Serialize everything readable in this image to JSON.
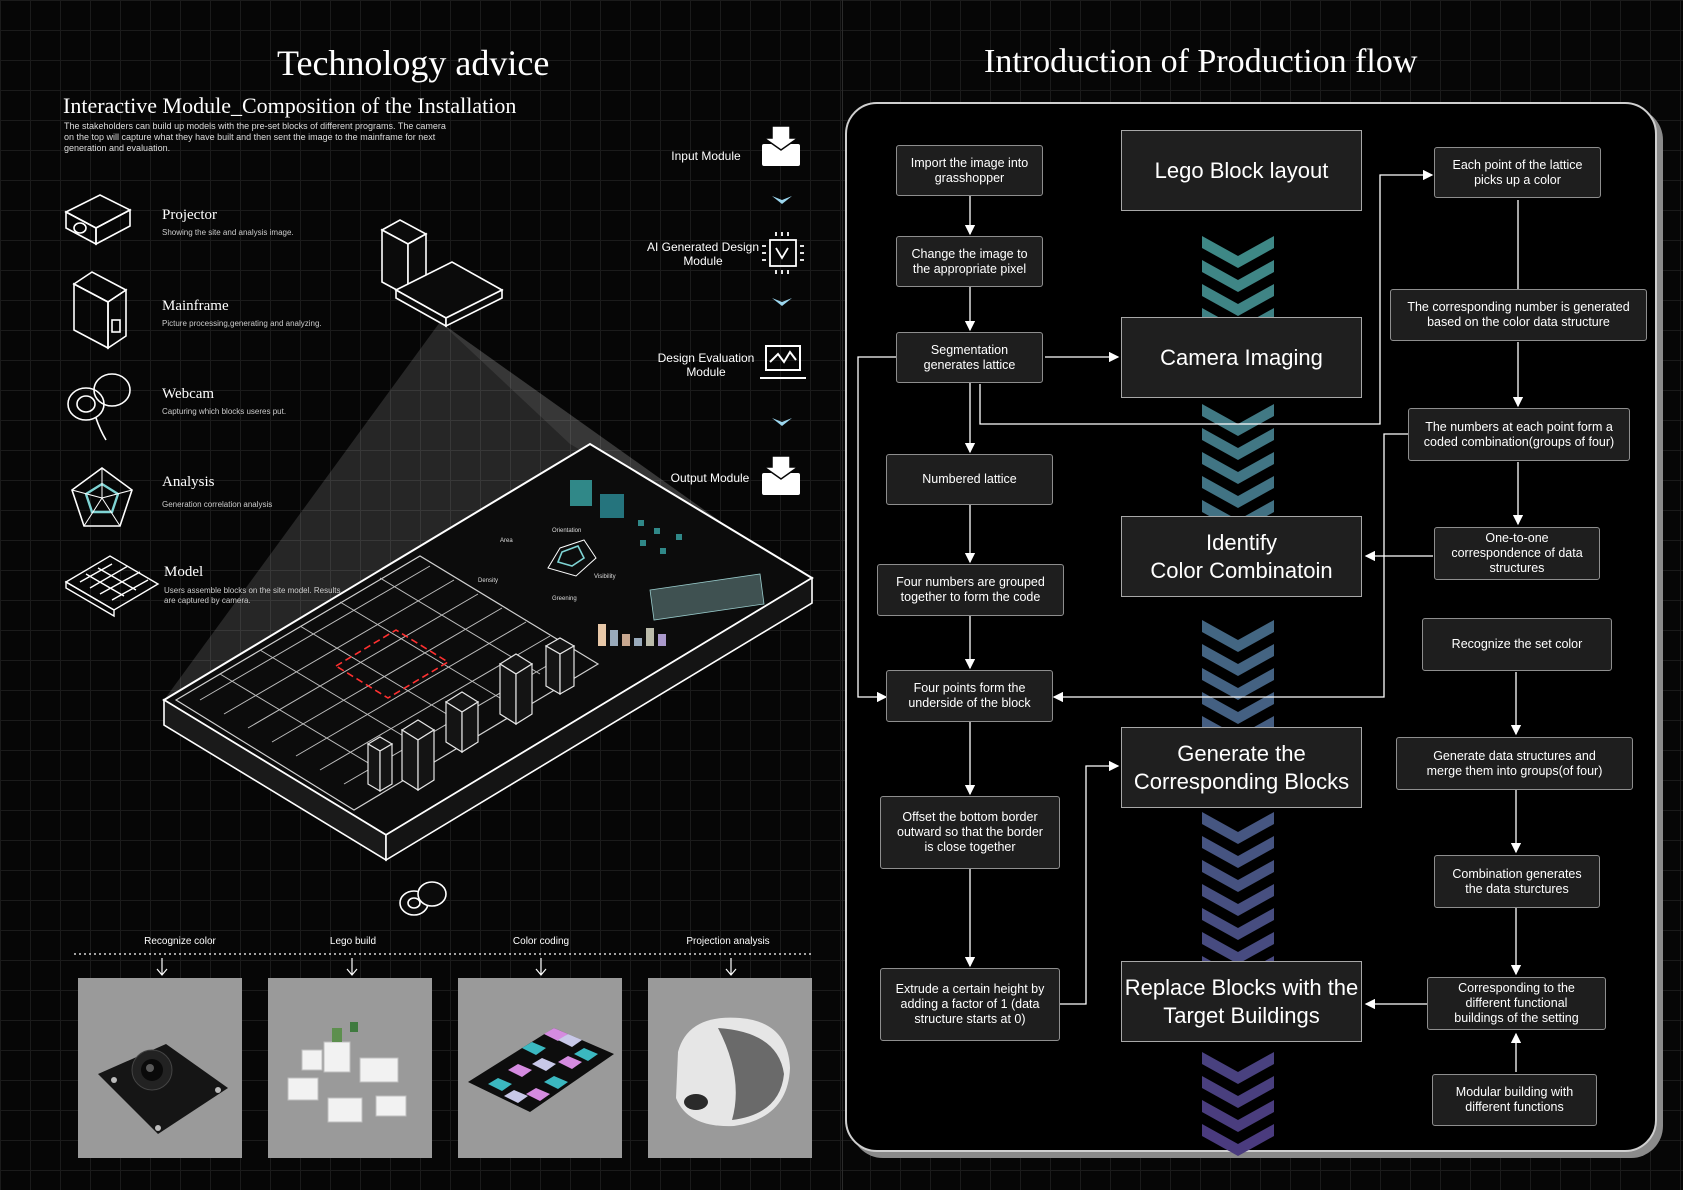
{
  "left": {
    "title": "Technology advice",
    "subtitle": "Interactive Module_Composition of the Installation",
    "intro": "The stakeholders can build up models with the pre-set blocks of different programs. The camera on the top will capture what they have built and then sent the image to the mainframe for next generation and evaluation.",
    "components": [
      {
        "title": "Projector",
        "desc": "Showing the site and analysis image.",
        "icon": "projector-icon"
      },
      {
        "title": "Mainframe",
        "desc": "Picture processing,generating and analyzing.",
        "icon": "mainframe-icon"
      },
      {
        "title": "Webcam",
        "desc": "Capturing which blocks useres put.",
        "icon": "webcam-icon"
      },
      {
        "title": "Analysis",
        "desc": "Generation correlation analysis",
        "icon": "analysis-icon"
      },
      {
        "title": "Model",
        "desc": "Users assemble blocks on the site model. Results are captured by camera.",
        "icon": "model-icon"
      }
    ],
    "modules": [
      {
        "label": "Input Module",
        "icon": "input-module-icon"
      },
      {
        "label": "AI Generated Design Module",
        "icon": "chip-icon"
      },
      {
        "label": "Design Evaluation Module",
        "icon": "laptop-icon"
      },
      {
        "label": "Output Module",
        "icon": "output-module-icon"
      }
    ],
    "categories": [
      "Recognize color",
      "Lego build",
      "Color coding",
      "Projection analysis"
    ],
    "model_labels": [
      "Area",
      "Orientation",
      "Greening",
      "Visibility",
      "Density"
    ]
  },
  "right": {
    "title": "Introduction of Production flow",
    "center_boxes": [
      "Lego Block layout",
      "Camera Imaging",
      "Identify\nColor Combinatoin",
      "Generate the\nCorresponding Blocks",
      "Replace Blocks with the\nTarget  Buildings"
    ],
    "left_boxes": [
      "Import the image into\ngrasshopper",
      "Change the image to\nthe appropriate pixel",
      "Segmentation\ngenerates lattice",
      "Numbered lattice",
      "Four numbers are grouped\ntogether to form the code",
      "Four points form the\nunderside of the block",
      "Offset the bottom border\noutward so that the border\nis close together",
      "Extrude a certain height by\nadding a factor of 1 (data\nstructure starts at 0)"
    ],
    "right_boxes": [
      "Each point of the lattice\npicks up a color",
      "The corresponding number is generated\nbased on the color data structure",
      "The numbers at each point form a\ncoded combination(groups of four)",
      "One-to-one\ncorrespondence of data\nstructures",
      "Recognize the set color",
      "Generate data structures and\nmerge them into groups(of four)",
      "Combination generates\nthe data sturctures",
      "Corresponding to the\ndifferent functional\nbuildings of the setting",
      "Modular building with\ndifferent functions"
    ]
  },
  "colors": {
    "chevron_top": "#3e8a86",
    "chevron_bottom": "#4a3a7e",
    "accent": "#7fd4d4",
    "box_fill": "#1e1e1e"
  }
}
